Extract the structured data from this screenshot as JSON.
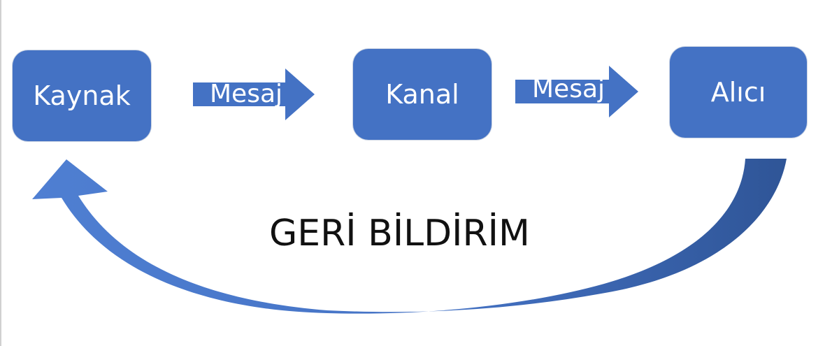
{
  "diagram": {
    "nodes": {
      "source": {
        "label": "Kaynak"
      },
      "channel": {
        "label": "Kanal"
      },
      "receiver": {
        "label": "Alıcı"
      }
    },
    "arrows": {
      "message_1": {
        "label": "Mesaj"
      },
      "message_2": {
        "label": "Mesaj"
      }
    },
    "feedback": {
      "label": "GERİ BİLDİRİM"
    },
    "colors": {
      "node_fill": "#4472c4",
      "feedback_gradient_light": "#4f7fd2",
      "feedback_gradient_dark": "#2f5597",
      "text_on_node": "#ffffff",
      "feedback_text": "#111111"
    }
  }
}
